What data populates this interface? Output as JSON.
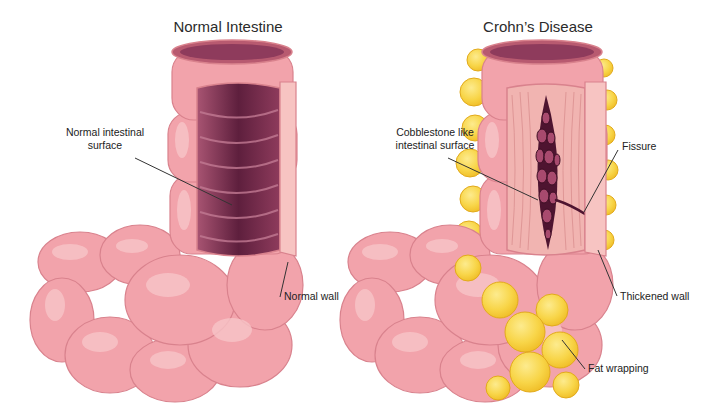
{
  "diagram": {
    "labels": [
      "Normal Intestine",
      "Crohn’s Disease",
      "Normal intestinal surface",
      "Normal wall",
      "Cobblestone like intestinal surface",
      "Fissure",
      "Thickened wall",
      "Fat wrapping"
    ]
  }
}
